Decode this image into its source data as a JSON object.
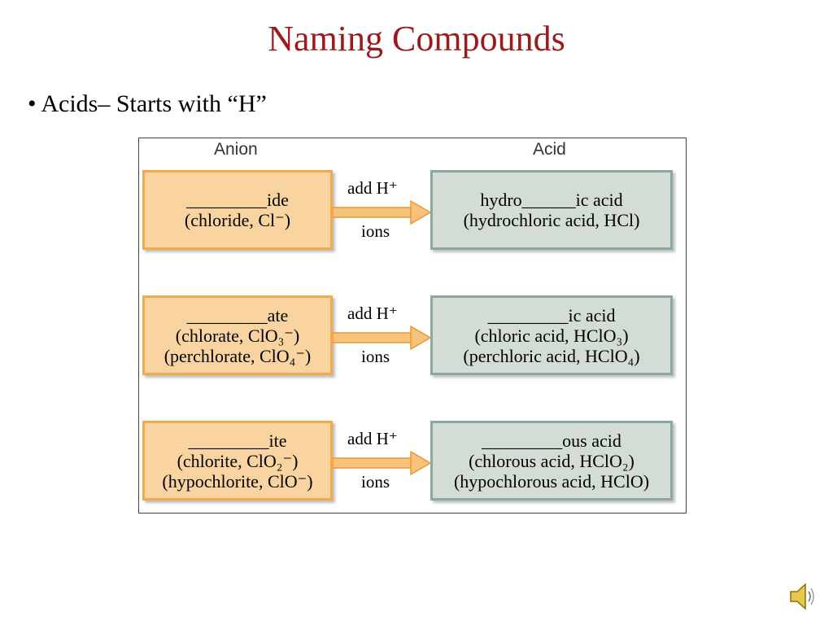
{
  "slide": {
    "title": "Naming Compounds",
    "bullet": "• Acids– Starts with “H”"
  },
  "figure": {
    "anion_header": "Anion",
    "acid_header": "Acid",
    "rows": [
      {
        "anion_lines": [
          "_________ide",
          "(chloride, Cl⁻)"
        ],
        "add_label": "add H⁺",
        "ions_label": "ions",
        "acid_lines": [
          "hydro______ic acid",
          "(hydrochloric acid, HCl)"
        ]
      },
      {
        "anion_lines": [
          "_________ate",
          "(chlorate, ClO₃⁻)",
          "(perchlorate, ClO₄⁻)"
        ],
        "add_label": "add H⁺",
        "ions_label": "ions",
        "acid_lines": [
          "_________ic acid",
          "(chloric acid, HClO₃)",
          "(perchloric acid, HClO₄)"
        ]
      },
      {
        "anion_lines": [
          "_________ite",
          "(chlorite, ClO₂⁻)",
          "(hypochlorite, ClO⁻)"
        ],
        "add_label": "add H⁺",
        "ions_label": "ions",
        "acid_lines": [
          "_________ous acid",
          "(chlorous acid, HClO₂)",
          "(hypochlorous acid, HClO)"
        ]
      }
    ]
  },
  "icons": {
    "speaker": "speaker-icon"
  }
}
